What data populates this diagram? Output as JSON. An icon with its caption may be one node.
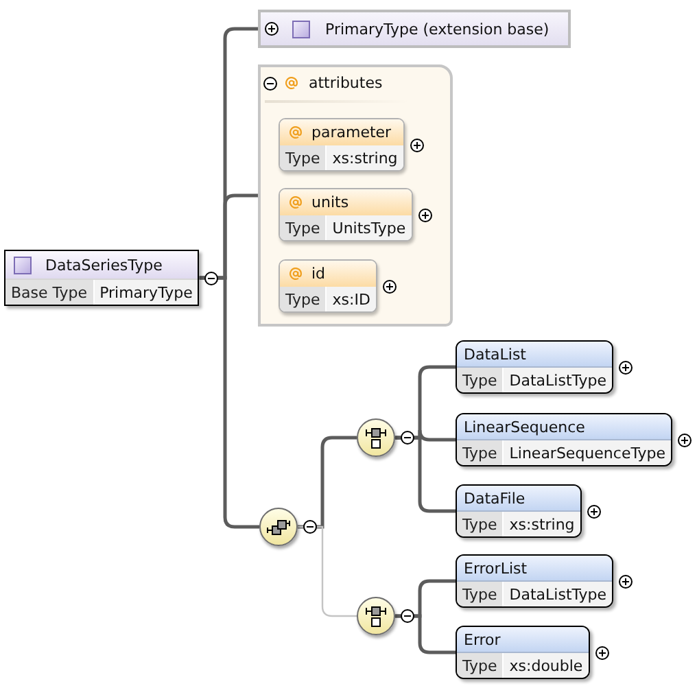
{
  "diagram": {
    "nodes": [
      {
        "text": [
          "DataSeriesType",
          "Base Type",
          "PrimaryType"
        ]
      },
      {
        "text": [
          "PrimaryType (extension base)"
        ]
      },
      {
        "text": [
          "attributes"
        ]
      },
      {
        "text": [
          "parameter",
          "Type",
          "xs:string"
        ],
        "in": 2
      },
      {
        "text": [
          "units",
          "Type",
          "UnitsType"
        ],
        "in": 2
      },
      {
        "text": [
          "id",
          "Type",
          "xs:ID"
        ],
        "in": 2
      },
      {
        "text": [],
        "shape": "circle"
      },
      {
        "text": [],
        "shape": "circle"
      },
      {
        "text": [],
        "shape": "circle"
      },
      {
        "text": [
          "DataList",
          "Type",
          "DataListType"
        ]
      },
      {
        "text": [
          "LinearSequence",
          "Type",
          "LinearSequenceType"
        ]
      },
      {
        "text": [
          "DataFile",
          "Type",
          "xs:string"
        ]
      },
      {
        "text": [
          "ErrorList",
          "Type",
          "DataListType"
        ]
      },
      {
        "text": [
          "Error",
          "Type",
          "xs:double"
        ]
      }
    ],
    "edges": [
      {
        "from": 0,
        "to": 1,
        "arrow": "none"
      },
      {
        "from": 0,
        "to": 2,
        "arrow": "none"
      },
      {
        "from": 0,
        "to": 6,
        "arrow": "none"
      },
      {
        "from": 6,
        "to": 7,
        "arrow": "none"
      },
      {
        "from": 6,
        "to": 8,
        "arrow": "none",
        "color": "#c4c4c4"
      },
      {
        "from": 7,
        "to": 9,
        "arrow": "none"
      },
      {
        "from": 7,
        "to": 10,
        "arrow": "none"
      },
      {
        "from": 7,
        "to": 11,
        "arrow": "none"
      },
      {
        "from": 8,
        "to": 12,
        "arrow": "none"
      },
      {
        "from": 8,
        "to": 13,
        "arrow": "none"
      }
    ]
  }
}
